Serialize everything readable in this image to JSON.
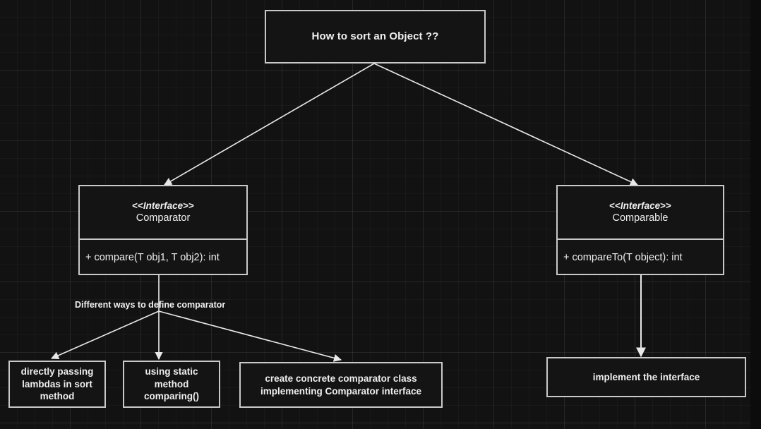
{
  "diagram": {
    "type": "flowchart",
    "title": "How to sort an Object ??",
    "background": "#121212",
    "stroke_color": "#c9c9c9",
    "text_color": "#eeeeee"
  },
  "root": {
    "label": "How to sort an Object ??"
  },
  "comparator": {
    "stereotype_open": "<<",
    "stereotype_word": "Interface",
    "stereotype_close": ">>",
    "name": "Comparator",
    "method": "+ compare(T obj1, T obj2): int"
  },
  "comparable": {
    "stereotype_open": "<<",
    "stereotype_word": "Interface",
    "stereotype_close": ">>",
    "name": "Comparable",
    "method": "+ compareTo(T object): int"
  },
  "edge_labels": {
    "comparator_ways": "Different ways to define comparator"
  },
  "comparator_options": [
    {
      "label": "directly passing lambdas in sort method"
    },
    {
      "label": "using static method comparing()"
    },
    {
      "label": "create concrete comparator class implementing Comparator interface"
    }
  ],
  "comparable_option": {
    "label": "implement the interface"
  }
}
